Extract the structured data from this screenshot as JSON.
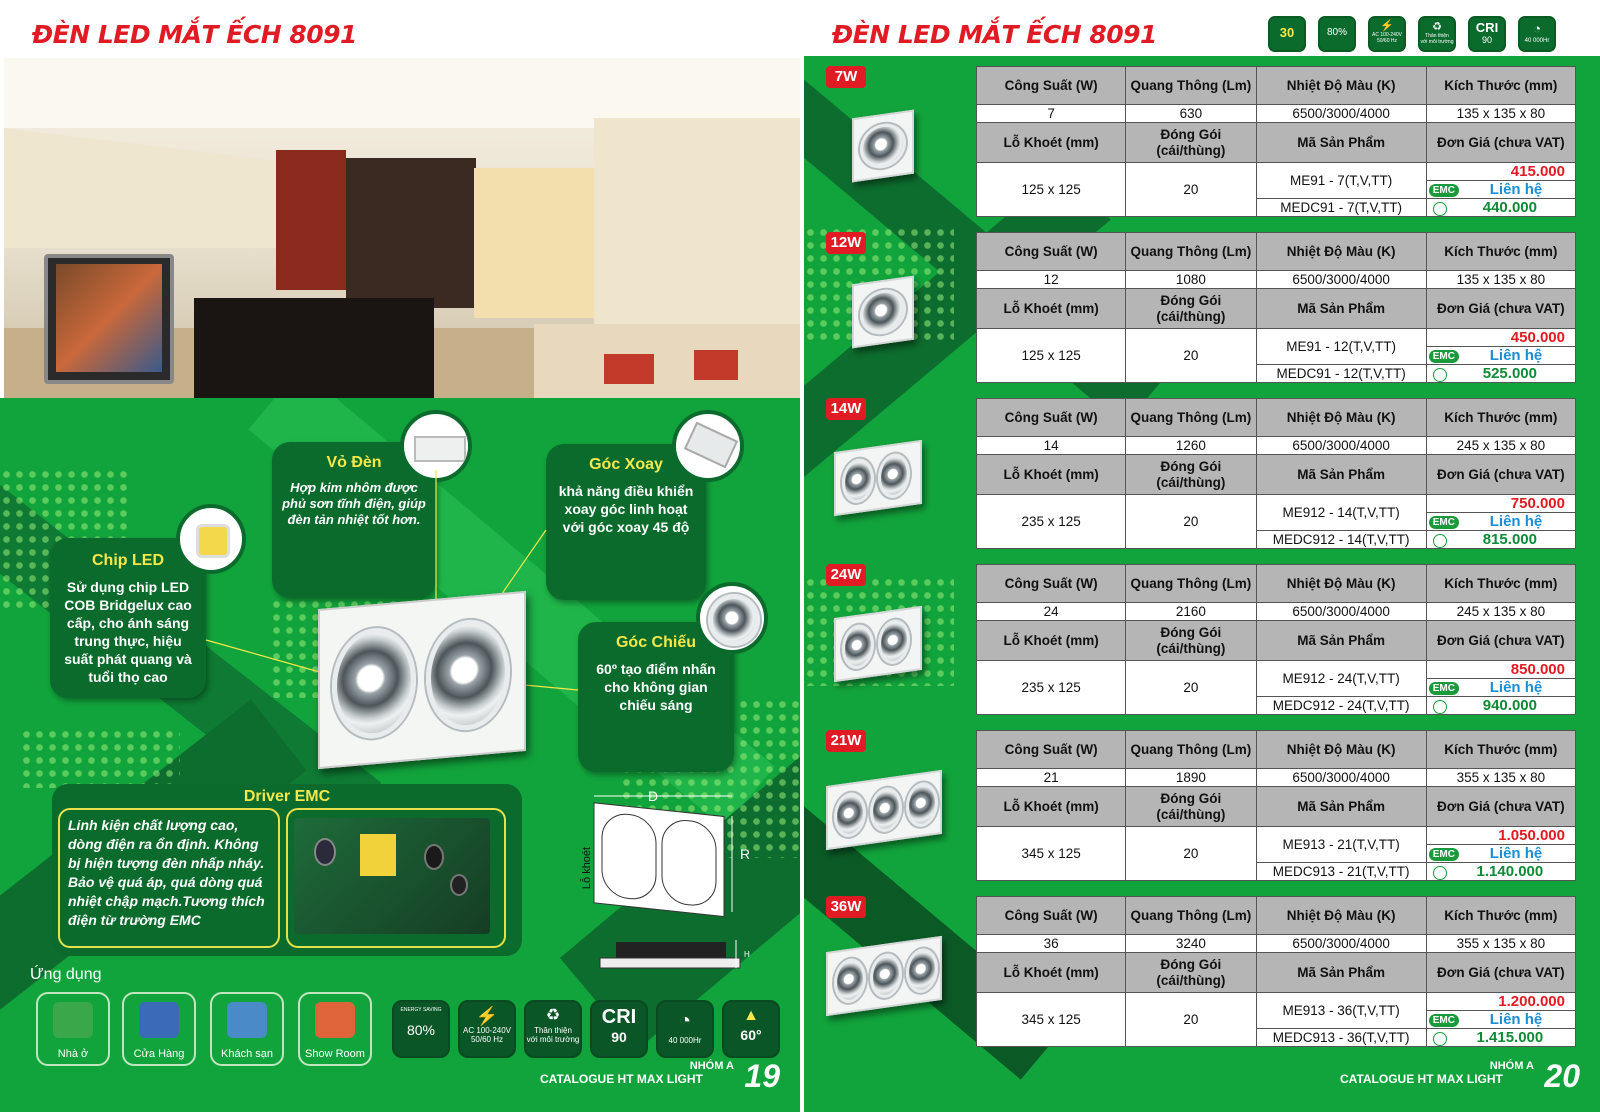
{
  "left_page": {
    "title": "ĐÈN LED MẮT ẾCH 8091",
    "features": {
      "vo_den": {
        "title": "Vỏ Đèn",
        "body": "Hợp kim nhôm được phủ sơn tĩnh điện, giúp đèn tản nhiệt tốt hơn."
      },
      "goc_xoay": {
        "title": "Góc Xoay",
        "body": "khả năng điều khiển xoay góc linh hoạt với góc xoay 45 độ"
      },
      "chip_led": {
        "title": "Chip LED",
        "body": "Sử dụng chip LED COB Bridgelux cao cấp, cho ánh sáng trung thực, hiệu suất phát quang và tuổi thọ cao"
      },
      "goc_chieu": {
        "title": "Góc Chiếu",
        "body": "60º tạo điểm nhấn cho không gian chiếu sáng"
      },
      "driver": {
        "title": "Driver EMC",
        "body": "Linh kiện chất lượng cao, dòng điện ra ổn định. Không bị hiện tượng đèn nhấp nháy. Bảo vệ quá áp, quá dòng quá nhiệt chập mạch.Tương thích điện từ trường EMC"
      }
    },
    "diagram": {
      "d": "D",
      "r": "R",
      "hole": "Lỗ khoét",
      "h": "H"
    },
    "application_label": "Ứng dụng",
    "applications": [
      "Nhà ở",
      "Cửa Hàng",
      "Khách sạn",
      "Show Room"
    ],
    "spec_icons": [
      {
        "icon": "energy-saving-icon",
        "top": "ENERGY SAVING",
        "label": "80%"
      },
      {
        "icon": "power-icon",
        "label": "AC 100-240V",
        "sub": "50/60 Hz"
      },
      {
        "icon": "eco-icon",
        "label": "Thân thiện",
        "sub": "với môi trường"
      },
      {
        "icon": "cri-icon",
        "label": "CRI",
        "sub": "90"
      },
      {
        "icon": "lifetime-icon",
        "label": "40 000Hr"
      },
      {
        "icon": "beam-angle-icon",
        "label": "60°"
      }
    ],
    "footer": {
      "group": "NHÓM A",
      "catalogue": "CATALOGUE HT MAX LIGHT",
      "page": "19"
    }
  },
  "right_page": {
    "title": "ĐÈN LED MẮT ẾCH 8091",
    "top_icons": [
      {
        "icon": "warranty-icon",
        "label": "30"
      },
      {
        "icon": "energy-saving-icon",
        "label": "80%"
      },
      {
        "icon": "power-icon",
        "label": "AC 100-240V",
        "sub": "50/60 Hz"
      },
      {
        "icon": "eco-icon",
        "label": "Thân thiện",
        "sub": "với môi trường"
      },
      {
        "icon": "cri-icon",
        "label": "CRI",
        "sub": "90"
      },
      {
        "icon": "lifetime-icon",
        "label": "40 000Hr"
      }
    ],
    "headers": {
      "cong_suat": "Công Suất (W)",
      "quang_thong": "Quang Thông (Lm)",
      "nhiet_do": "Nhiệt Độ Màu (K)",
      "kich_thuoc": "Kích Thước (mm)",
      "lo_khoet": "Lỗ Khoét (mm)",
      "dong_goi": "Đóng Gói (cái/thùng)",
      "ma_sp": "Mã Sản Phẩm",
      "don_gia": "Đơn Giá (chưa VAT)"
    },
    "emc_label": "EMC",
    "products": [
      {
        "badge": "7W",
        "power": "7",
        "lumen": "630",
        "cct": "6500/3000/4000",
        "size": "135 x 135 x 80",
        "hole": "125 x 125",
        "pack": "20",
        "code1": "ME91 - 7(T,V,TT)",
        "code2": "MEDC91 - 7(T,V,TT)",
        "price1": "415.000",
        "contact": "Liên hệ",
        "price2": "440.000",
        "heads": 1
      },
      {
        "badge": "12W",
        "power": "12",
        "lumen": "1080",
        "cct": "6500/3000/4000",
        "size": "135 x 135 x 80",
        "hole": "125 x 125",
        "pack": "20",
        "code1": "ME91 - 12(T,V,TT)",
        "code2": "MEDC91 - 12(T,V,TT)",
        "price1": "450.000",
        "contact": "Liên hệ",
        "price2": "525.000",
        "heads": 1
      },
      {
        "badge": "14W",
        "power": "14",
        "lumen": "1260",
        "cct": "6500/3000/4000",
        "size": "245 x 135 x 80",
        "hole": "235 x 125",
        "pack": "20",
        "code1": "ME912 - 14(T,V,TT)",
        "code2": "MEDC912 - 14(T,V,TT)",
        "price1": "750.000",
        "contact": "Liên hệ",
        "price2": "815.000",
        "heads": 2
      },
      {
        "badge": "24W",
        "power": "24",
        "lumen": "2160",
        "cct": "6500/3000/4000",
        "size": "245 x 135 x 80",
        "hole": "235 x 125",
        "pack": "20",
        "code1": "ME912 - 24(T,V,TT)",
        "code2": "MEDC912 - 24(T,V,TT)",
        "price1": "850.000",
        "contact": "Liên hệ",
        "price2": "940.000",
        "heads": 2
      },
      {
        "badge": "21W",
        "power": "21",
        "lumen": "1890",
        "cct": "6500/3000/4000",
        "size": "355 x 135 x 80",
        "hole": "345 x 125",
        "pack": "20",
        "code1": "ME913 - 21(T,V,TT)",
        "code2": "MEDC913 - 21(T,V,TT)",
        "price1": "1.050.000",
        "contact": "Liên hệ",
        "price2": "1.140.000",
        "heads": 3
      },
      {
        "badge": "36W",
        "power": "36",
        "lumen": "3240",
        "cct": "6500/3000/4000",
        "size": "355 x 135 x 80",
        "hole": "345 x 125",
        "pack": "20",
        "code1": "ME913 - 36(T,V,TT)",
        "code2": "MEDC913 - 36(T,V,TT)",
        "price1": "1.200.000",
        "contact": "Liên hệ",
        "price2": "1.415.000",
        "heads": 3
      }
    ],
    "footer": {
      "group": "NHÓM A",
      "catalogue": "CATALOGUE HT MAX LIGHT",
      "page": "20"
    }
  }
}
